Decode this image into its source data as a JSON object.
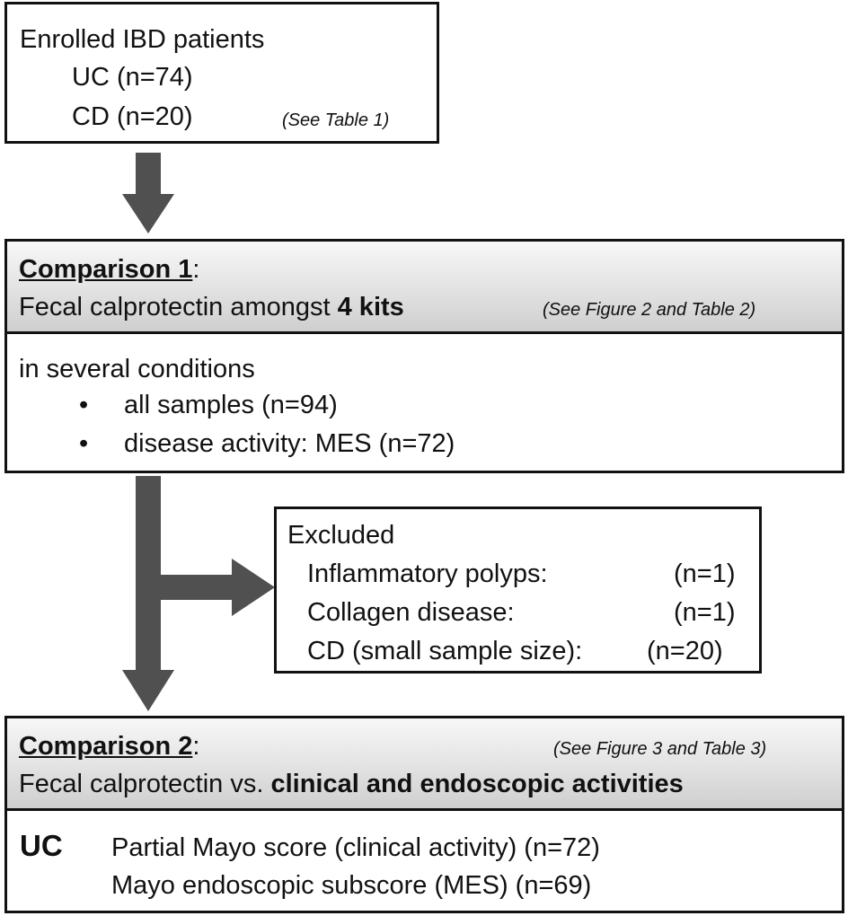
{
  "enrolled": {
    "title": "Enrolled  IBD  patients",
    "uc": "UC (n=74)",
    "cd": "CD (n=20)",
    "ref": "(See Table 1)"
  },
  "comparison1": {
    "label": "Comparison 1",
    "colon": ":",
    "line_prefix": "Fecal  calprotectin  amongst ",
    "line_bold": "4 kits",
    "ref": "(See Figure 2 and Table 2)",
    "conditions_title": "in several conditions",
    "bullet": "•",
    "conditions": [
      "all samples (n=94)",
      "disease activity:  MES (n=72)"
    ]
  },
  "excluded": {
    "title": "Excluded",
    "items": [
      {
        "label": "Inflammatory  polyps:",
        "count": "(n=1)"
      },
      {
        "label": "Collagen  disease:",
        "count": "(n=1)"
      },
      {
        "label": "CD (small sample size):",
        "count": "(n=20)"
      }
    ]
  },
  "comparison2": {
    "label": "Comparison 2",
    "colon": ":",
    "ref": "(See Figure 3 and Table 3)",
    "line_prefix": "Fecal  calprotectin  vs. ",
    "line_bold": "clinical  and  endoscopic  activities",
    "group": "UC",
    "items": [
      "Partial  Mayo  score (clinical activity)  (n=72)",
      "Mayo  endoscopic  subscore (MES)  (n=69)"
    ]
  },
  "colors": {
    "arrow": "#505050",
    "border": "#111111",
    "header_gradient_top": "#f7f7f7",
    "header_gradient_bottom": "#cfcfcf"
  }
}
